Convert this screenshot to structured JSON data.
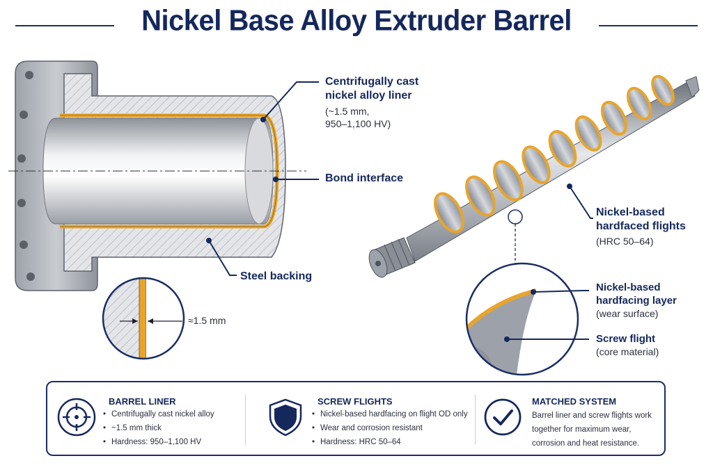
{
  "title": "Nickel Base Alloy Extruder Barrel",
  "callouts": {
    "liner": {
      "bold": [
        "Centrifugally cast",
        "nickel alloy liner"
      ],
      "normal": [
        "(~1.5 mm,",
        "950–1,100 HV)"
      ]
    },
    "bond": {
      "bold": [
        "Bond interface"
      ]
    },
    "backing": {
      "bold": [
        "Steel backing"
      ]
    },
    "thickness": {
      "label": "≈1.5 mm"
    },
    "flights": {
      "bold": [
        "Nickel-based",
        "hardfaced flights"
      ],
      "normal": [
        "(HRC 50–64)"
      ]
    },
    "layer": {
      "bold": [
        "Nickel-based",
        "hardfacing layer"
      ],
      "normal": [
        "(wear surface)"
      ]
    },
    "screw_flight": {
      "bold": [
        "Screw flight"
      ],
      "normal": [
        "(core material)"
      ]
    }
  },
  "panel": {
    "barrel_liner": {
      "heading": "BARREL LINER",
      "icon": "target-icon",
      "bullets": [
        "Centrifugally cast nickel alloy",
        "~1.5 mm thick",
        "Hardness: 950–1,100 HV"
      ]
    },
    "screw_flights": {
      "heading": "SCREW FLIGHTS",
      "icon": "shield-icon",
      "bullets": [
        "Nickel-based hardfacing on flight OD only",
        "Wear and corrosion resistant",
        "Hardness: HRC 50–64"
      ]
    },
    "matched_system": {
      "heading": "MATCHED SYSTEM",
      "icon": "check-circle-icon",
      "text": "Barrel liner and screw flights work together for maximum wear, corrosion and heat resistance."
    }
  },
  "colors": {
    "navy": "#15285c",
    "liner_gold": "#e8a52a",
    "steel": "#a9adb5",
    "steel_dark": "#7e838c",
    "hatch": "#b9bcc2"
  }
}
